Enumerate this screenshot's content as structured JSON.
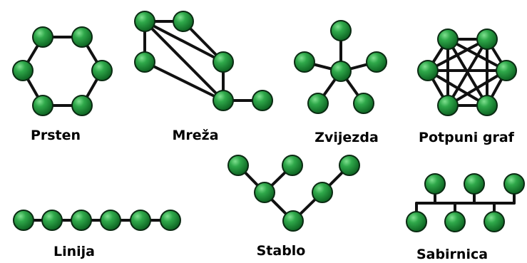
{
  "topologies": [
    {
      "id": "ring",
      "label": "Prsten",
      "nodes": [
        {
          "id": "r1"
        },
        {
          "id": "r2"
        },
        {
          "id": "r3"
        },
        {
          "id": "r4"
        },
        {
          "id": "r5"
        },
        {
          "id": "r6"
        }
      ],
      "edges": [
        [
          "r1",
          "r2"
        ],
        [
          "r2",
          "r3"
        ],
        [
          "r3",
          "r4"
        ],
        [
          "r4",
          "r5"
        ],
        [
          "r5",
          "r6"
        ],
        [
          "r6",
          "r1"
        ]
      ]
    },
    {
      "id": "mesh",
      "label": "Mreža",
      "nodes": [
        {
          "id": "m1"
        },
        {
          "id": "m2"
        },
        {
          "id": "m3"
        },
        {
          "id": "m4"
        },
        {
          "id": "m5"
        },
        {
          "id": "m6"
        }
      ],
      "edges": [
        [
          "m1",
          "m2"
        ],
        [
          "m1",
          "m3"
        ],
        [
          "m1",
          "m5"
        ],
        [
          "m2",
          "m4"
        ],
        [
          "m3",
          "m5"
        ],
        [
          "m4",
          "m5"
        ],
        [
          "m5",
          "m6"
        ],
        [
          "m1",
          "m4"
        ]
      ]
    },
    {
      "id": "star",
      "label": "Zvijezda",
      "nodes": [
        {
          "id": "s0"
        },
        {
          "id": "s1"
        },
        {
          "id": "s2"
        },
        {
          "id": "s3"
        },
        {
          "id": "s4"
        },
        {
          "id": "s5"
        },
        {
          "id": "s6"
        }
      ],
      "edges": [
        [
          "s0",
          "s1"
        ],
        [
          "s0",
          "s2"
        ],
        [
          "s0",
          "s3"
        ],
        [
          "s0",
          "s4"
        ],
        [
          "s0",
          "s5"
        ],
        [
          "s0",
          "s6"
        ]
      ]
    },
    {
      "id": "full",
      "label": "Potpuni graf",
      "nodes": [
        {
          "id": "f1"
        },
        {
          "id": "f2"
        },
        {
          "id": "f3"
        },
        {
          "id": "f4"
        },
        {
          "id": "f5"
        },
        {
          "id": "f6"
        }
      ],
      "edges": [
        [
          "f1",
          "f2"
        ],
        [
          "f1",
          "f3"
        ],
        [
          "f1",
          "f4"
        ],
        [
          "f1",
          "f5"
        ],
        [
          "f1",
          "f6"
        ],
        [
          "f2",
          "f3"
        ],
        [
          "f2",
          "f4"
        ],
        [
          "f2",
          "f5"
        ],
        [
          "f2",
          "f6"
        ],
        [
          "f3",
          "f4"
        ],
        [
          "f3",
          "f5"
        ],
        [
          "f3",
          "f6"
        ],
        [
          "f4",
          "f5"
        ],
        [
          "f4",
          "f6"
        ],
        [
          "f5",
          "f6"
        ]
      ]
    },
    {
      "id": "line",
      "label": "Linija",
      "nodes": [
        {
          "id": "l1"
        },
        {
          "id": "l2"
        },
        {
          "id": "l3"
        },
        {
          "id": "l4"
        },
        {
          "id": "l5"
        },
        {
          "id": "l6"
        }
      ],
      "edges": [
        [
          "l1",
          "l2"
        ],
        [
          "l2",
          "l3"
        ],
        [
          "l3",
          "l4"
        ],
        [
          "l4",
          "l5"
        ],
        [
          "l5",
          "l6"
        ]
      ]
    },
    {
      "id": "tree",
      "label": "Stablo",
      "nodes": [
        {
          "id": "t1"
        },
        {
          "id": "t2"
        },
        {
          "id": "t3"
        },
        {
          "id": "t4"
        },
        {
          "id": "t5"
        },
        {
          "id": "t6"
        }
      ],
      "edges": [
        [
          "t1",
          "t3"
        ],
        [
          "t2",
          "t3"
        ],
        [
          "t3",
          "t4"
        ],
        [
          "t4",
          "t5"
        ],
        [
          "t5",
          "t6"
        ]
      ]
    },
    {
      "id": "bus",
      "label": "Sabirnica",
      "nodes": [
        {
          "id": "b1"
        },
        {
          "id": "b2"
        },
        {
          "id": "b3"
        },
        {
          "id": "b4"
        },
        {
          "id": "b5"
        },
        {
          "id": "b6"
        }
      ],
      "edges": []
    }
  ],
  "colors": {
    "node_light": "#3fbf5a",
    "node_dark": "#0b6e24",
    "edge": "#111111"
  }
}
